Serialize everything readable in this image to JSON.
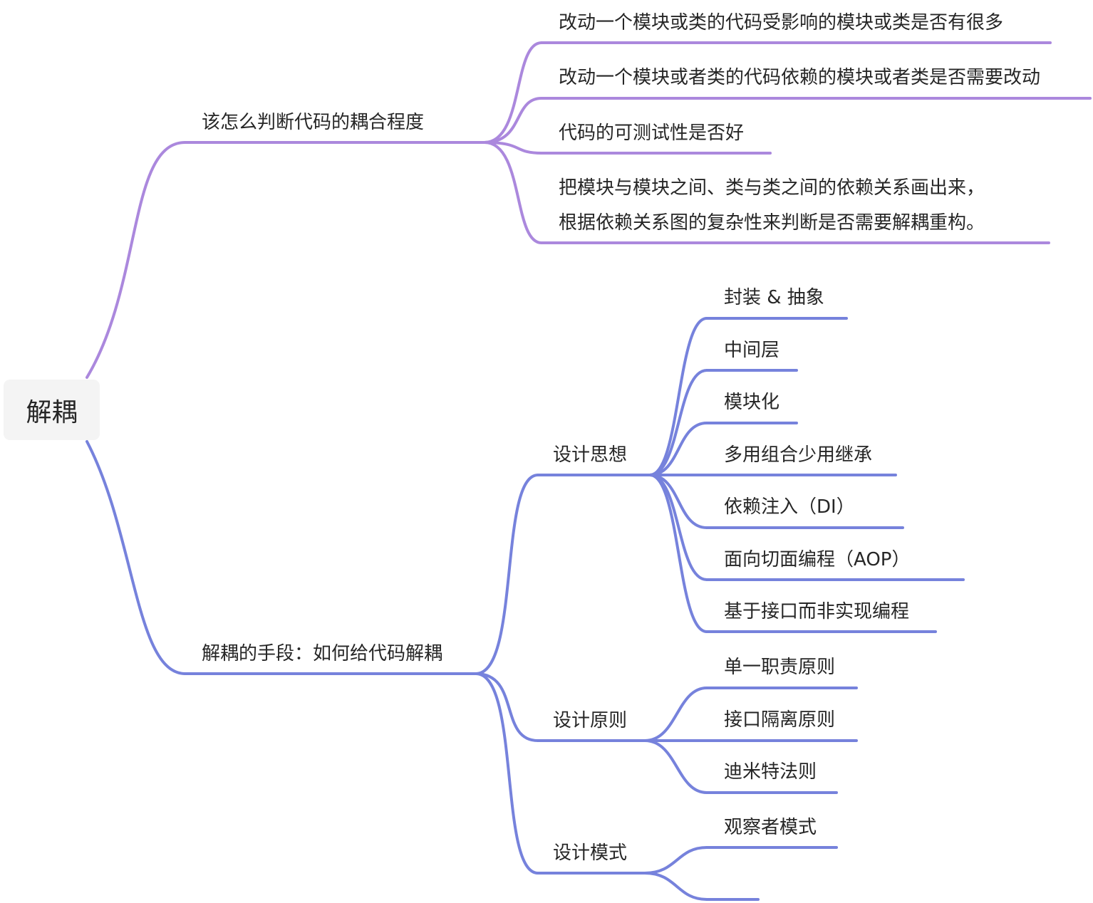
{
  "colors": {
    "branch_1": "#ab88dd",
    "branch_2": "#7682dc",
    "text": "#262626",
    "root_bg": "#f4f4f4"
  },
  "root": {
    "label": "解耦"
  },
  "branches": [
    {
      "label": "该怎么判断代码的耦合程度",
      "children": [
        {
          "label": "改动一个模块或类的代码受影响的模块或类是否有很多"
        },
        {
          "label": "改动一个模块或者类的代码依赖的模块或者类是否需要改动"
        },
        {
          "label": "代码的可测试性是否好"
        },
        {
          "label_lines": [
            "把模块与模块之间、类与类之间的依赖关系画出来，",
            "根据依赖关系图的复杂性来判断是否需要解耦重构。"
          ]
        }
      ]
    },
    {
      "label": "解耦的手段：如何给代码解耦",
      "children": [
        {
          "label": "设计思想",
          "children": [
            {
              "label": "封装 & 抽象"
            },
            {
              "label": "中间层"
            },
            {
              "label": "模块化"
            },
            {
              "label": "多用组合少用继承"
            },
            {
              "label": "依赖注入（DI）"
            },
            {
              "label": "面向切面编程（AOP）"
            },
            {
              "label": "基于接口而非实现编程"
            }
          ]
        },
        {
          "label": "设计原则",
          "children": [
            {
              "label": "单一职责原则"
            },
            {
              "label": "接口隔离原则"
            },
            {
              "label": "迪米特法则"
            }
          ]
        },
        {
          "label": "设计模式",
          "children": [
            {
              "label": "观察者模式"
            },
            {
              "label": ""
            }
          ]
        }
      ]
    }
  ]
}
